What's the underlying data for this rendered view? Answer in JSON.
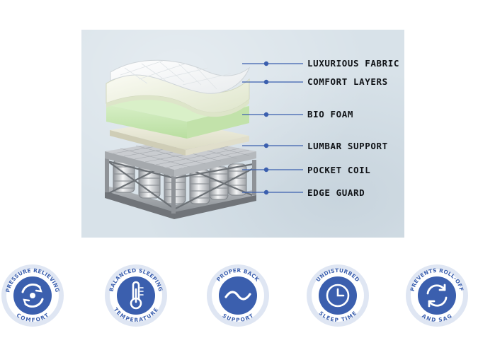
{
  "layers": [
    {
      "label": "LUXURIOUS FABRIC"
    },
    {
      "label": "COMFORT LAYERS"
    },
    {
      "label": "BIO FOAM"
    },
    {
      "label": "LUMBAR SUPPORT"
    },
    {
      "label": "POCKET COIL"
    },
    {
      "label": "EDGE GUARD"
    }
  ],
  "features": [
    {
      "top": "PRESSURE RELIEVING",
      "bottom": "COMFORT",
      "icon": "pressure-relief-icon"
    },
    {
      "top": "BALANCED SLEEPING",
      "bottom": "TEMPERATURE",
      "icon": "thermometer-icon"
    },
    {
      "top": "PROPER BACK",
      "bottom": "SUPPORT",
      "icon": "wave-icon"
    },
    {
      "top": "UNDISTURBED",
      "bottom": "SLEEP TIME",
      "icon": "clock-icon"
    },
    {
      "top": "PREVENTS ROLL-OFF",
      "bottom": "AND SAG",
      "icon": "refresh-icon"
    }
  ],
  "colors": {
    "accent": "#3b5fae",
    "badge_outer": "#ffffff",
    "badge_ring": "#dfe6f3",
    "label_text": "#111418",
    "foam_green": "#c9e6b4",
    "panel_bg": "#d8e2e9"
  }
}
